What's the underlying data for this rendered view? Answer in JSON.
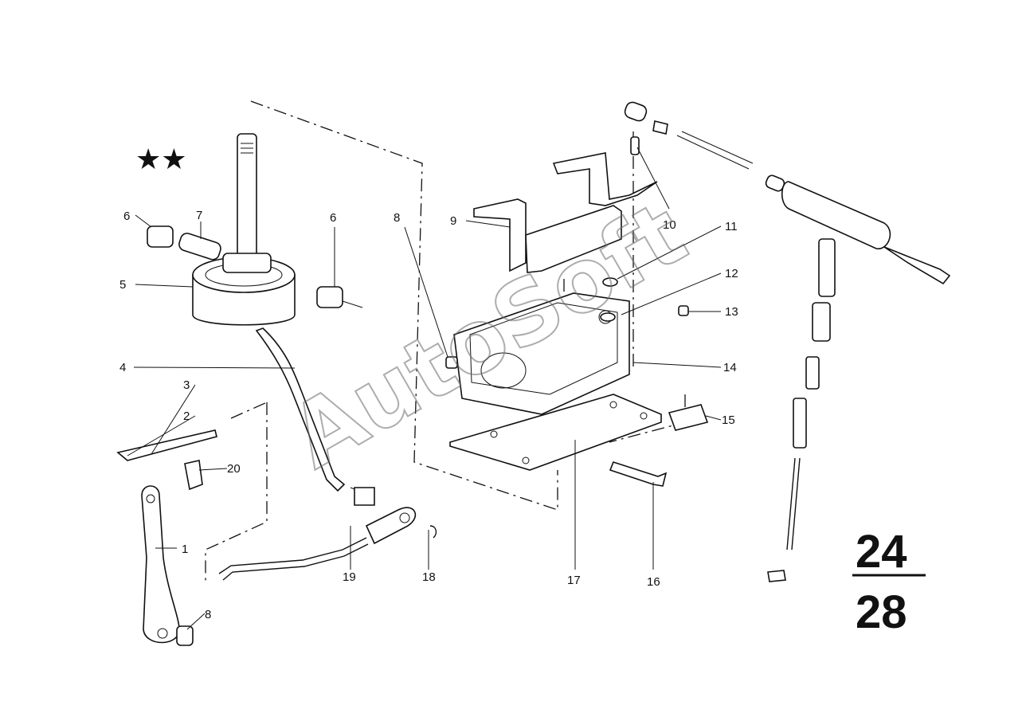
{
  "diagram": {
    "watermark": "AutoSoft",
    "group_top": "24",
    "group_bottom": "28",
    "stars": "★★",
    "labels": {
      "p1": "1",
      "p2": "2",
      "p3": "3",
      "p4": "4",
      "p5": "5",
      "p6a": "6",
      "p6b": "6",
      "p7": "7",
      "p8a": "8",
      "p8b": "8",
      "p9": "9",
      "p10": "10",
      "p11": "11",
      "p12": "12",
      "p13": "13",
      "p14": "14",
      "p15": "15",
      "p16": "16",
      "p17": "17",
      "p18": "18",
      "p19": "19",
      "p20": "20"
    }
  }
}
